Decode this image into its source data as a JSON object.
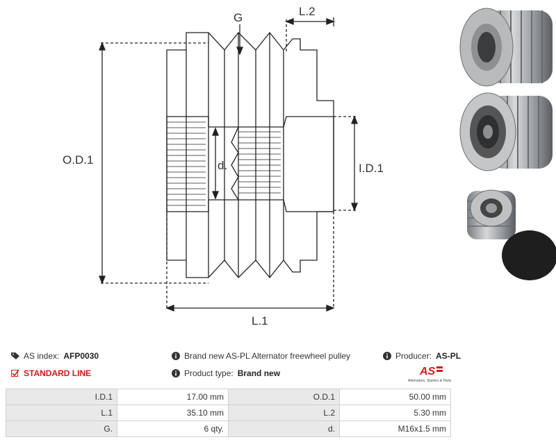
{
  "drawing": {
    "labels": {
      "g": "G",
      "l2": "L.2",
      "od1": "O.D.1",
      "id1": "I.D.1",
      "d": "d.",
      "l1": "L.1"
    }
  },
  "info": {
    "as_index_label": "AS index:",
    "as_index_value": "AFP0030",
    "standard_line": "STANDARD LINE",
    "description": "Brand new AS-PL Alternator freewheel pulley",
    "product_type_label": "Product type:",
    "product_type_value": "Brand new",
    "producer_label": "Producer:",
    "producer_value": "AS-PL",
    "logo_text": "AS",
    "logo_tagline": "Alternators, Starters & Parts"
  },
  "specs": [
    {
      "k1": "I.D.1",
      "v1": "17.00 mm",
      "k2": "O.D.1",
      "v2": "50.00 mm"
    },
    {
      "k1": "L.1",
      "v1": "35.10 mm",
      "k2": "L.2",
      "v2": "5.30 mm"
    },
    {
      "k1": "G.",
      "v1": "6 qty.",
      "k2": "d.",
      "v2": "M16x1.5 mm"
    }
  ],
  "colors": {
    "accent_red": "#d31a1a",
    "table_key_bg": "#e9e9e9",
    "line": "#222222"
  }
}
